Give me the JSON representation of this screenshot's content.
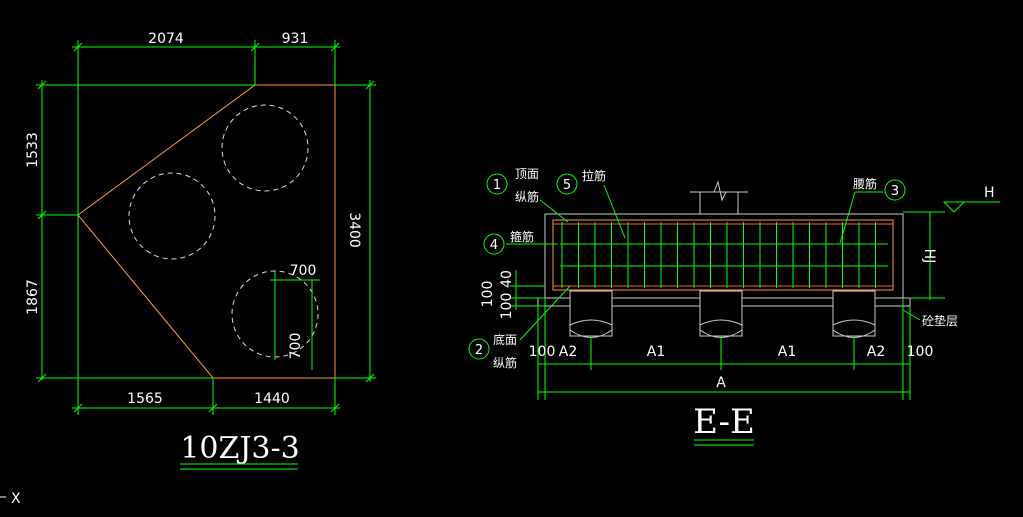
{
  "colors": {
    "background": "#000000",
    "dimension": "#00ff00",
    "outline": "#ff9933",
    "text": "#ffffff",
    "rebar": "#ff6600"
  },
  "plan": {
    "title": "10ZJ3-3",
    "dims": {
      "top_left": "2074",
      "top_right": "931",
      "left_top": "1533",
      "left_bottom": "1867",
      "right_total": "3400",
      "bottom_left": "1565",
      "bottom_right": "1440",
      "pile_h": "700",
      "pile_v": "700"
    }
  },
  "section": {
    "title": "E-E",
    "callouts": [
      {
        "num": "1",
        "label": "顶面\n纵筋"
      },
      {
        "num": "5",
        "label": "拉筋"
      },
      {
        "num": "3",
        "label": "腰筋"
      },
      {
        "num": "4",
        "label": "箍筋"
      },
      {
        "num": "2",
        "label": "底面\n纵筋"
      }
    ],
    "label_cushion": "砼垫层",
    "label_H": "H",
    "label_HJ": "HJ",
    "dims_left": [
      "40",
      "100",
      "100"
    ],
    "dims_bottom": [
      "100",
      "A2",
      "A1",
      "A1",
      "A2",
      "100"
    ],
    "dim_total": "A"
  },
  "cursor_label": "X"
}
